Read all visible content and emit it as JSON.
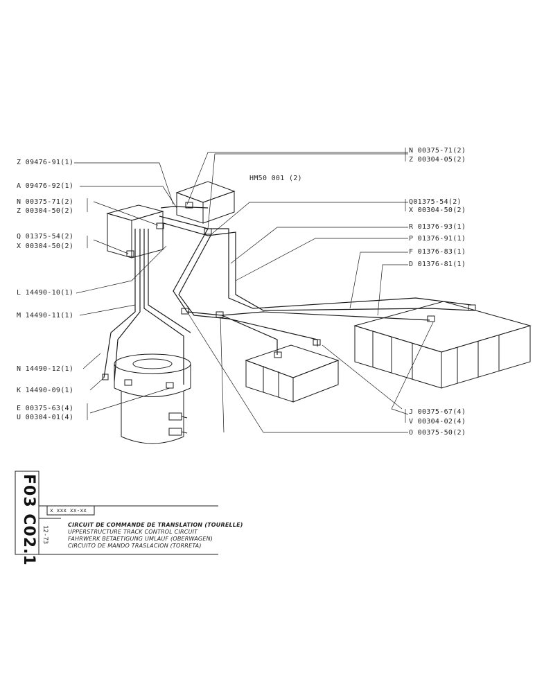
{
  "labels": {
    "z_09476_91": "Z 09476-91(1)",
    "a_09476_92": "A 09476-92(1)",
    "n_left": "N 00375-71(2)",
    "z_left": "Z 00304-50(2)",
    "q_left": "Q 01375-54(2)",
    "x_left": "X 00304-50(2)",
    "l_14490_10": "L 14490-10(1)",
    "m_14490_11": "M 14490-11(1)",
    "n_14490_12": "N 14490-12(1)",
    "k_14490_09": "K 14490-09(1)",
    "e_00375_63": "E 00375-63(4)",
    "u_00304_01": "U 00304-01(4)",
    "n_right": "N 00375-71(2)",
    "z_right": "Z 00304-05(2)",
    "hm50": "HM50  001 (2)",
    "q_right": "Q01375-54(2)",
    "x_right": "X 00304-50(2)",
    "r_01376_93": "R 01376-93(1)",
    "p_01376_91": "P 01376-91(1)",
    "f_01376_83": "F 01376-83(1)",
    "d_01376_81": "D 01376-81(1)",
    "j_00375_67": "J 00375-67(4)",
    "v_00304_02": "V 00304-02(4)",
    "o_00375_50": "O 00375-50(2)"
  },
  "title_block": {
    "drawing_code": "F03 C02.1",
    "date": "12-73",
    "ref_code": "x xxx xx-xx",
    "title_fr": "CIRCUIT DE COMMANDE DE TRANSLATION (TOURELLE)",
    "title_en": "UPPERSTRUCTURE TRACK CONTROL CIRCUIT",
    "title_de": "FAHRWERK BETAETIGUNG UMLAUF (OBERWAGEN)",
    "title_es": "CIRCUITO DE MANDO TRASLACION (TORRETA)"
  },
  "colors": {
    "ink": "#1a1a1a",
    "paper": "#ffffff"
  }
}
